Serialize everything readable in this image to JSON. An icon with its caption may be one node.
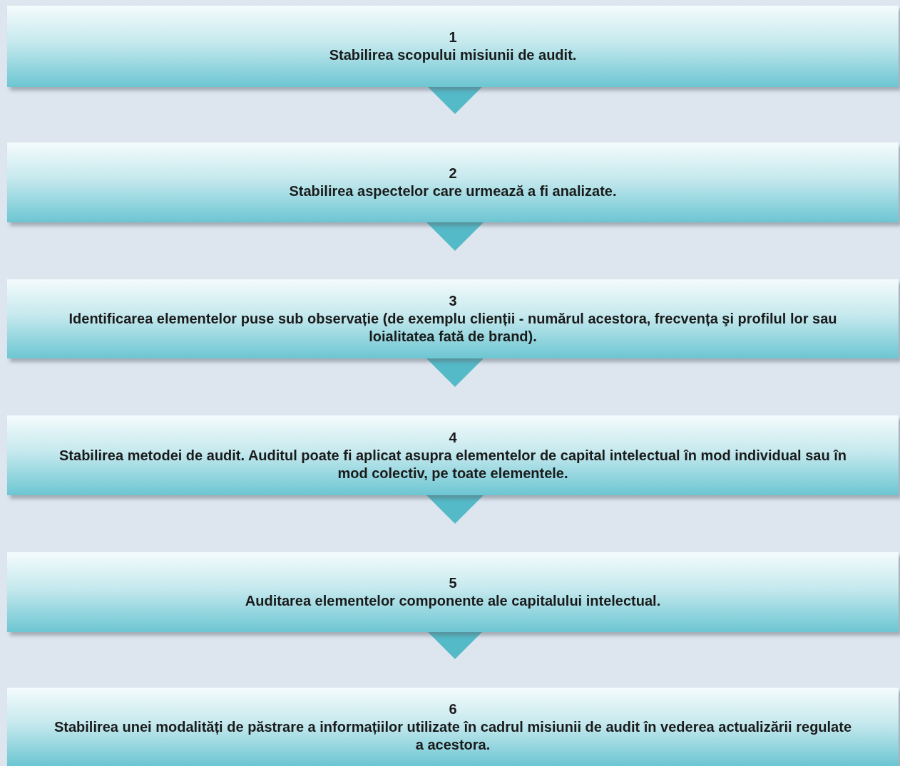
{
  "diagram": {
    "nodes": [
      {
        "text": [
          "1",
          "Stabilirea scopului misiunii de audit."
        ]
      },
      {
        "text": [
          "2",
          "Stabilirea aspectelor care urmează a fi analizate."
        ]
      },
      {
        "text": [
          "3",
          "Identificarea elementelor puse sub observație (de exemplu clienții - numărul acestora, frecvența şi profilul lor sau loialitatea fată de brand)."
        ]
      },
      {
        "text": [
          "4",
          "Stabilirea metodei de audit. Auditul poate fi aplicat asupra elementelor de capital intelectual în mod individual sau în mod colectiv, pe toate elementele."
        ]
      },
      {
        "text": [
          "5",
          "Auditarea elementelor componente ale capitalului intelectual."
        ]
      },
      {
        "text": [
          "6",
          "Stabilirea unei modalități de păstrare a informațiilor utilizate în cadrul misiunii de audit în vederea actualizării regulate a acestora."
        ]
      }
    ],
    "edges": [
      {
        "from": 0,
        "to": 1,
        "arrow": "to"
      },
      {
        "from": 1,
        "to": 2,
        "arrow": "to"
      },
      {
        "from": 2,
        "to": 3,
        "arrow": "to"
      },
      {
        "from": 3,
        "to": 4,
        "arrow": "to"
      },
      {
        "from": 4,
        "to": 5,
        "arrow": "to"
      }
    ]
  }
}
